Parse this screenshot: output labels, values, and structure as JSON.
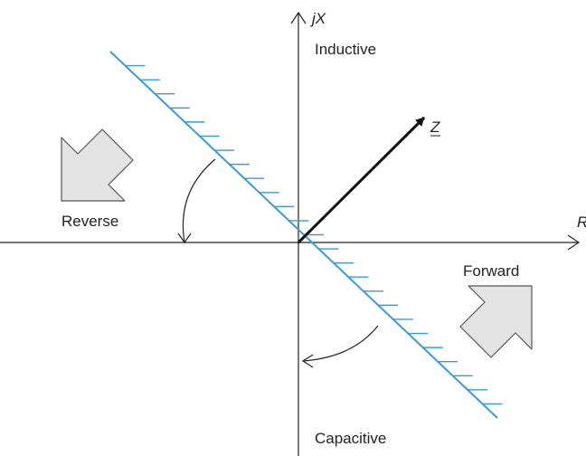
{
  "axes": {
    "y_label": "jX",
    "x_label": "R"
  },
  "regions": {
    "top": "Inductive",
    "bottom": "Capacitive",
    "left": "Reverse",
    "right": "Forward"
  },
  "vector": {
    "label": "Z"
  },
  "colors": {
    "boundary": "#3a9ad9",
    "axis": "#222222",
    "arrow_fill": "#e3e3e3",
    "arrow_stroke": "#555555"
  }
}
